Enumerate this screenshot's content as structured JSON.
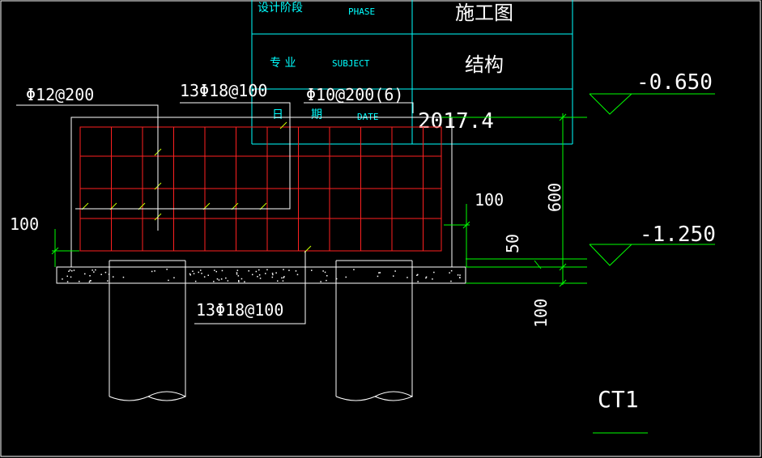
{
  "title_block": {
    "phase_cn": "设计阶段",
    "phase_en": "PHASE",
    "phase_value": "施工图",
    "subject_cn": "专  业",
    "subject_en": "SUBJECT",
    "subject_value": "结构",
    "date_cn_1": "日",
    "date_cn_2": "期",
    "date_en": "DATE",
    "date_value": "2017.4"
  },
  "rebar_labels": {
    "top_left": "Φ12@200",
    "top_mid": "13Φ18@100",
    "top_right": "Φ10@200(6)",
    "bottom": "13Φ18@100"
  },
  "dimensions": {
    "left_cover": "100",
    "right_cover": "100",
    "height": "600",
    "bottom_cover": "50",
    "cushion": "100"
  },
  "elevations": {
    "top": "-0.650",
    "bottom": "-1.250"
  },
  "cap_name": "CT1",
  "colors": {
    "line": "#ffffff",
    "rebar": "#ff2020",
    "dimension": "#00ff00",
    "table": "#00ffff",
    "tick": "#c8ff00"
  }
}
